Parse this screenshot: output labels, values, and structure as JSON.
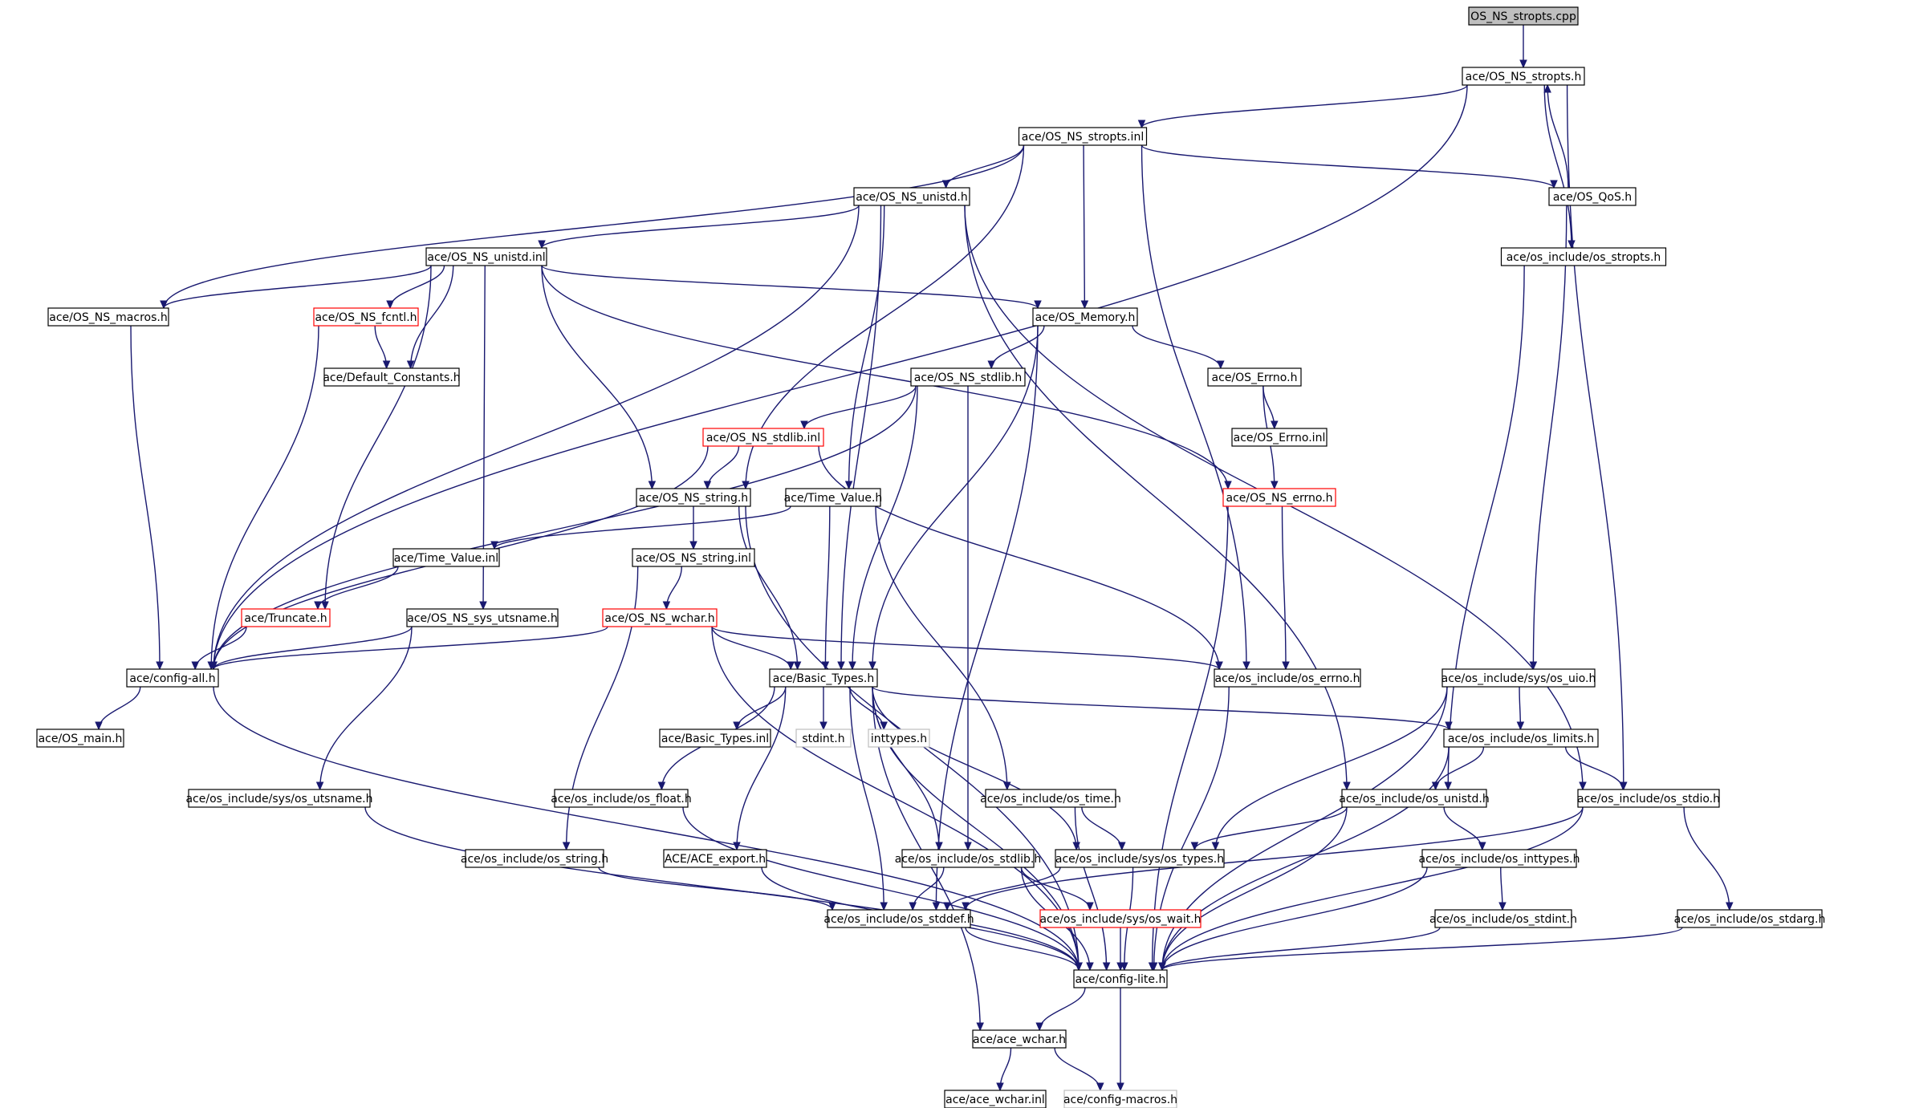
{
  "colors": {
    "edge": "#191970",
    "border_normal": "#000000",
    "border_truncated": "#ff0000",
    "border_missing": "#bfbfbf",
    "fill_root": "#bfbfbf",
    "fill_default": "#ffffff",
    "text": "#000000"
  },
  "nodes": [
    {
      "id": "root",
      "label": "OS_NS_stropts.cpp",
      "style": "root"
    },
    {
      "id": "stropts_h",
      "label": "ace/OS_NS_stropts.h",
      "style": "normal"
    },
    {
      "id": "stropts_inl",
      "label": "ace/OS_NS_stropts.inl",
      "style": "normal"
    },
    {
      "id": "unistd_h",
      "label": "ace/OS_NS_unistd.h",
      "style": "normal"
    },
    {
      "id": "qos_h",
      "label": "ace/OS_QoS.h",
      "style": "normal"
    },
    {
      "id": "os_stropts_h",
      "label": "ace/os_include/os_stropts.h",
      "style": "normal"
    },
    {
      "id": "unistd_inl",
      "label": "ace/OS_NS_unistd.inl",
      "style": "normal"
    },
    {
      "id": "macros_h",
      "label": "ace/OS_NS_macros.h",
      "style": "normal"
    },
    {
      "id": "fcntl_h",
      "label": "ace/OS_NS_fcntl.h",
      "style": "truncated"
    },
    {
      "id": "memory_h",
      "label": "ace/OS_Memory.h",
      "style": "normal"
    },
    {
      "id": "default_const",
      "label": "ace/Default_Constants.h",
      "style": "normal"
    },
    {
      "id": "stdlib_h",
      "label": "ace/OS_NS_stdlib.h",
      "style": "normal"
    },
    {
      "id": "errno_h",
      "label": "ace/OS_Errno.h",
      "style": "normal"
    },
    {
      "id": "stdlib_inl",
      "label": "ace/OS_NS_stdlib.inl",
      "style": "truncated"
    },
    {
      "id": "errno_inl",
      "label": "ace/OS_Errno.inl",
      "style": "normal"
    },
    {
      "id": "string_h",
      "label": "ace/OS_NS_string.h",
      "style": "normal"
    },
    {
      "id": "time_value_h",
      "label": "ace/Time_Value.h",
      "style": "normal"
    },
    {
      "id": "ns_errno_h",
      "label": "ace/OS_NS_errno.h",
      "style": "truncated"
    },
    {
      "id": "time_value_inl",
      "label": "ace/Time_Value.inl",
      "style": "normal"
    },
    {
      "id": "string_inl",
      "label": "ace/OS_NS_string.inl",
      "style": "normal"
    },
    {
      "id": "truncate_h",
      "label": "ace/Truncate.h",
      "style": "truncated"
    },
    {
      "id": "sys_utsname_h",
      "label": "ace/OS_NS_sys_utsname.h",
      "style": "normal"
    },
    {
      "id": "wchar_h",
      "label": "ace/OS_NS_wchar.h",
      "style": "truncated"
    },
    {
      "id": "config_all",
      "label": "ace/config-all.h",
      "style": "normal"
    },
    {
      "id": "basic_types",
      "label": "ace/Basic_Types.h",
      "style": "normal"
    },
    {
      "id": "os_errno_h",
      "label": "ace/os_include/os_errno.h",
      "style": "normal"
    },
    {
      "id": "sys_uio",
      "label": "ace/os_include/sys/os_uio.h",
      "style": "normal"
    },
    {
      "id": "os_main",
      "label": "ace/OS_main.h",
      "style": "normal"
    },
    {
      "id": "basic_types_inl",
      "label": "ace/Basic_Types.inl",
      "style": "normal"
    },
    {
      "id": "stdint",
      "label": "stdint.h",
      "style": "missing"
    },
    {
      "id": "inttypes",
      "label": "inttypes.h",
      "style": "missing"
    },
    {
      "id": "os_limits",
      "label": "ace/os_include/os_limits.h",
      "style": "normal"
    },
    {
      "id": "sys_utsname",
      "label": "ace/os_include/sys/os_utsname.h",
      "style": "normal"
    },
    {
      "id": "os_float",
      "label": "ace/os_include/os_float.h",
      "style": "normal"
    },
    {
      "id": "os_time",
      "label": "ace/os_include/os_time.h",
      "style": "normal"
    },
    {
      "id": "os_unistd",
      "label": "ace/os_include/os_unistd.h",
      "style": "normal"
    },
    {
      "id": "os_stdio",
      "label": "ace/os_include/os_stdio.h",
      "style": "normal"
    },
    {
      "id": "os_string",
      "label": "ace/os_include/os_string.h",
      "style": "normal"
    },
    {
      "id": "ace_export",
      "label": "ACE/ACE_export.h",
      "style": "normal"
    },
    {
      "id": "os_stdlib",
      "label": "ace/os_include/os_stdlib.h",
      "style": "normal"
    },
    {
      "id": "sys_types",
      "label": "ace/os_include/sys/os_types.h",
      "style": "normal"
    },
    {
      "id": "os_inttypes",
      "label": "ace/os_include/os_inttypes.h",
      "style": "normal"
    },
    {
      "id": "os_stddef",
      "label": "ace/os_include/os_stddef.h",
      "style": "normal"
    },
    {
      "id": "sys_wait",
      "label": "ace/os_include/sys/os_wait.h",
      "style": "truncated"
    },
    {
      "id": "os_stdint",
      "label": "ace/os_include/os_stdint.h",
      "style": "normal"
    },
    {
      "id": "os_stdarg",
      "label": "ace/os_include/os_stdarg.h",
      "style": "normal"
    },
    {
      "id": "config_lite",
      "label": "ace/config-lite.h",
      "style": "normal"
    },
    {
      "id": "ace_wchar_h",
      "label": "ace/ace_wchar.h",
      "style": "normal"
    },
    {
      "id": "ace_wchar_inl",
      "label": "ace/ace_wchar.inl",
      "style": "normal"
    },
    {
      "id": "config_macros",
      "label": "ace/config-macros.h",
      "style": "missing"
    }
  ],
  "edges": [
    [
      "root",
      "stropts_h"
    ],
    [
      "stropts_h",
      "stropts_inl"
    ],
    [
      "stropts_h",
      "config_all"
    ],
    [
      "stropts_h",
      "os_stropts_h"
    ],
    [
      "stropts_h",
      "os_stdio"
    ],
    [
      "stropts_inl",
      "unistd_h"
    ],
    [
      "stropts_inl",
      "qos_h"
    ],
    [
      "stropts_inl",
      "macros_h"
    ],
    [
      "stropts_inl",
      "memory_h"
    ],
    [
      "stropts_inl",
      "string_h"
    ],
    [
      "stropts_inl",
      "os_errno_h"
    ],
    [
      "qos_h",
      "stropts_h"
    ],
    [
      "qos_h",
      "sys_uio"
    ],
    [
      "unistd_h",
      "unistd_inl"
    ],
    [
      "unistd_h",
      "config_all"
    ],
    [
      "unistd_h",
      "basic_types"
    ],
    [
      "unistd_h",
      "time_value_h"
    ],
    [
      "unistd_h",
      "os_unistd"
    ],
    [
      "unistd_h",
      "os_stdio"
    ],
    [
      "unistd_inl",
      "macros_h"
    ],
    [
      "unistd_inl",
      "fcntl_h"
    ],
    [
      "unistd_inl",
      "default_const"
    ],
    [
      "unistd_inl",
      "memory_h"
    ],
    [
      "unistd_inl",
      "truncate_h"
    ],
    [
      "unistd_inl",
      "sys_utsname_h"
    ],
    [
      "unistd_inl",
      "string_h"
    ],
    [
      "unistd_inl",
      "ns_errno_h"
    ],
    [
      "fcntl_h",
      "default_const"
    ],
    [
      "fcntl_h",
      "config_all"
    ],
    [
      "memory_h",
      "stdlib_h"
    ],
    [
      "memory_h",
      "errno_h"
    ],
    [
      "memory_h",
      "basic_types"
    ],
    [
      "memory_h",
      "os_stddef"
    ],
    [
      "errno_h",
      "errno_inl"
    ],
    [
      "errno_h",
      "ns_errno_h"
    ],
    [
      "stdlib_h",
      "stdlib_inl"
    ],
    [
      "stdlib_h",
      "config_all"
    ],
    [
      "stdlib_h",
      "basic_types"
    ],
    [
      "stdlib_h",
      "os_stdlib"
    ],
    [
      "stdlib_inl",
      "string_h"
    ],
    [
      "stdlib_inl",
      "config_all"
    ],
    [
      "stdlib_inl",
      "os_errno_h"
    ],
    [
      "string_h",
      "string_inl"
    ],
    [
      "string_h",
      "basic_types"
    ],
    [
      "string_h",
      "config_lite"
    ],
    [
      "time_value_h",
      "time_value_inl"
    ],
    [
      "time_value_h",
      "basic_types"
    ],
    [
      "time_value_h",
      "os_time"
    ],
    [
      "time_value_inl",
      "truncate_h"
    ],
    [
      "ns_errno_h",
      "os_errno_h"
    ],
    [
      "ns_errno_h",
      "config_lite"
    ],
    [
      "string_inl",
      "wchar_h"
    ],
    [
      "string_inl",
      "os_string"
    ],
    [
      "truncate_h",
      "config_all"
    ],
    [
      "sys_utsname_h",
      "config_all"
    ],
    [
      "sys_utsname_h",
      "sys_utsname"
    ],
    [
      "wchar_h",
      "config_all"
    ],
    [
      "wchar_h",
      "basic_types"
    ],
    [
      "wchar_h",
      "os_errno_h"
    ],
    [
      "wchar_h",
      "config_lite"
    ],
    [
      "macros_h",
      "config_all"
    ],
    [
      "config_all",
      "os_main"
    ],
    [
      "config_all",
      "config_lite"
    ],
    [
      "os_stropts_h",
      "os_unistd"
    ],
    [
      "basic_types",
      "basic_types_inl"
    ],
    [
      "basic_types",
      "stdint"
    ],
    [
      "basic_types",
      "inttypes"
    ],
    [
      "basic_types",
      "os_limits"
    ],
    [
      "basic_types",
      "os_float"
    ],
    [
      "basic_types",
      "ace_export"
    ],
    [
      "basic_types",
      "os_stddef"
    ],
    [
      "basic_types",
      "os_stdlib"
    ],
    [
      "basic_types",
      "sys_types"
    ],
    [
      "basic_types",
      "config_lite"
    ],
    [
      "basic_types",
      "ace_wchar_h"
    ],
    [
      "os_errno_h",
      "config_lite"
    ],
    [
      "sys_uio",
      "os_limits"
    ],
    [
      "sys_uio",
      "sys_types"
    ],
    [
      "sys_uio",
      "config_lite"
    ],
    [
      "os_limits",
      "os_unistd"
    ],
    [
      "os_limits",
      "os_stdio"
    ],
    [
      "os_limits",
      "config_lite"
    ],
    [
      "sys_utsname",
      "config_lite"
    ],
    [
      "os_float",
      "config_lite"
    ],
    [
      "os_time",
      "sys_types"
    ],
    [
      "os_time",
      "config_lite"
    ],
    [
      "os_unistd",
      "sys_types"
    ],
    [
      "os_unistd",
      "os_inttypes"
    ],
    [
      "os_unistd",
      "config_lite"
    ],
    [
      "os_stdio",
      "os_stdarg"
    ],
    [
      "os_stdio",
      "os_stddef"
    ],
    [
      "os_stdio",
      "config_lite"
    ],
    [
      "os_string",
      "os_stddef"
    ],
    [
      "ace_export",
      "config_lite"
    ],
    [
      "os_stdlib",
      "os_stddef"
    ],
    [
      "os_stdlib",
      "sys_wait"
    ],
    [
      "os_stdlib",
      "config_lite"
    ],
    [
      "sys_types",
      "os_stddef"
    ],
    [
      "sys_types",
      "config_lite"
    ],
    [
      "os_inttypes",
      "os_stdint"
    ],
    [
      "os_inttypes",
      "config_lite"
    ],
    [
      "os_stddef",
      "config_lite"
    ],
    [
      "sys_wait",
      "config_lite"
    ],
    [
      "os_stdint",
      "config_lite"
    ],
    [
      "os_stdarg",
      "config_lite"
    ],
    [
      "config_lite",
      "ace_wchar_h"
    ],
    [
      "config_lite",
      "config_macros"
    ],
    [
      "ace_wchar_h",
      "ace_wchar_inl"
    ],
    [
      "ace_wchar_h",
      "config_macros"
    ]
  ]
}
